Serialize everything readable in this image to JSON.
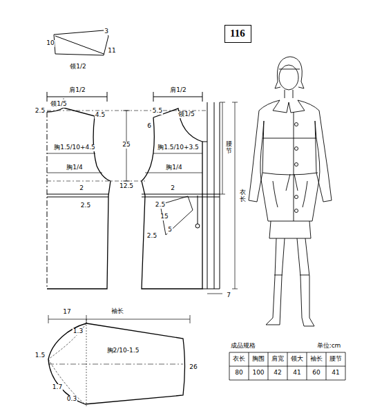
{
  "diagram": {
    "nodes": [
      {
        "text": [
          "116"
        ]
      }
    ],
    "labels": [
      "10",
      "3",
      "11",
      "领1/2",
      "肩1/2",
      "领1/5",
      "2.5",
      "4.5",
      "25",
      "胸1.5/10+4.5",
      "胸1/4",
      "12.5",
      "2",
      "2.5",
      "肩1/2",
      "5.5",
      "领1/5",
      "6",
      "胸1.5/10+3.5",
      "胸1/4",
      "2",
      "2.5",
      "15",
      "5",
      "2.5",
      "腰节",
      "衣长",
      "7",
      "袖长",
      "17",
      "1.3",
      "1.5",
      "胸2/10-1.5",
      "26",
      "1.7",
      "0.3",
      "成品规格",
      "单位:cm",
      "衣长",
      "胸围",
      "肩宽",
      "领大",
      "袖长",
      "腰节",
      "80",
      "100",
      "42",
      "41",
      "60",
      "41"
    ]
  }
}
